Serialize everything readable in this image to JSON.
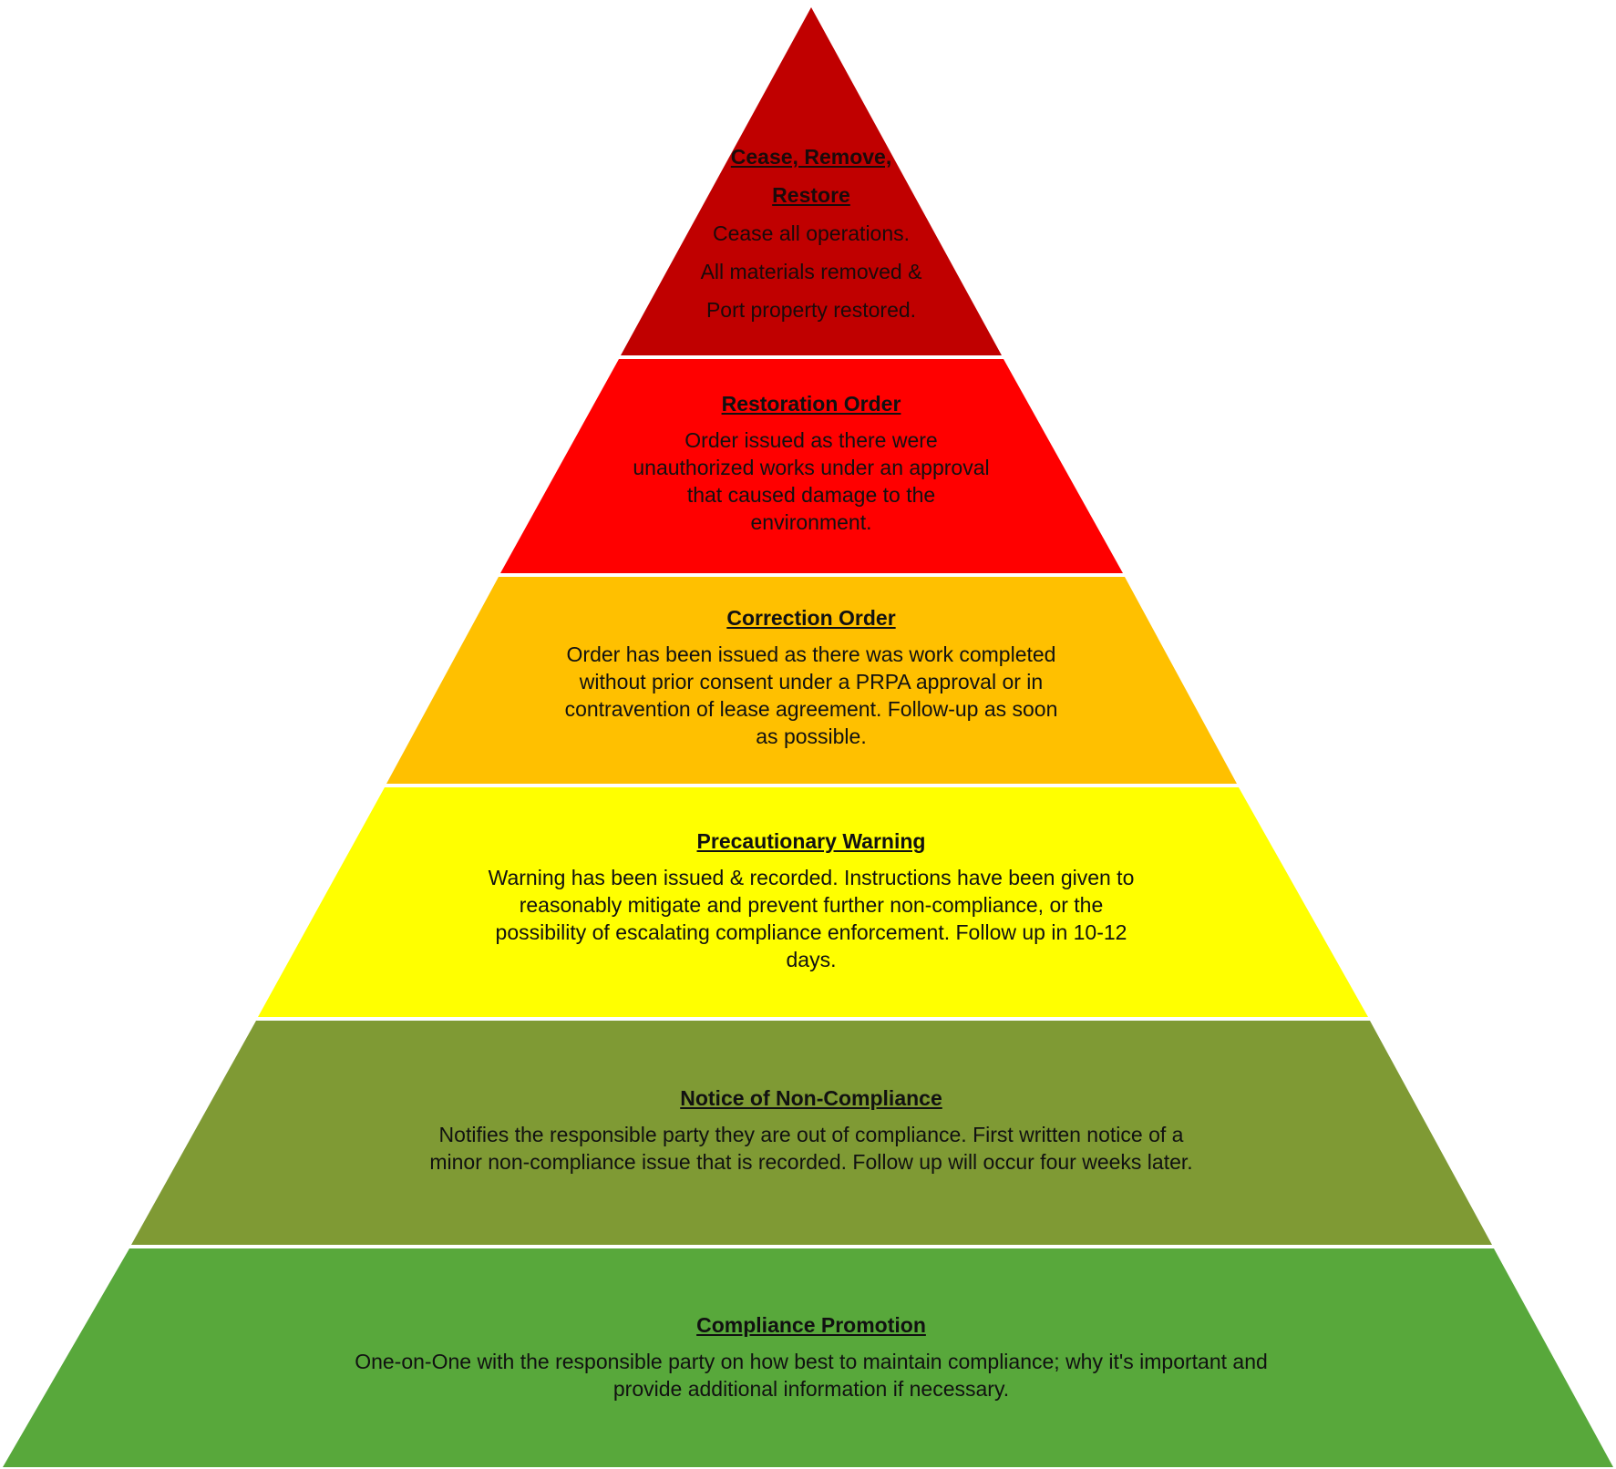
{
  "tiers": [
    {
      "title": "Cease, Remove,\nRestore",
      "description": "Cease all operations.\nAll materials removed &\nPort property restored.",
      "color": "#C00000"
    },
    {
      "title": "Restoration Order",
      "description": "Order issued as there were\nunauthorized works under an approval\nthat caused damage to the\nenvironment.",
      "color": "#FF0000"
    },
    {
      "title": "Correction Order",
      "description": "Order has been issued as there was work completed\nwithout prior consent under a PRPA approval or in\ncontravention of lease agreement. Follow-up as soon\nas possible.",
      "color": "#FFC000"
    },
    {
      "title": "Precautionary Warning",
      "description": "Warning has been issued & recorded. Instructions have been given to\nreasonably mitigate and prevent further non-compliance, or the\npossibility of escalating compliance enforcement. Follow up in 10-12\ndays.",
      "color": "#FFFF00"
    },
    {
      "title": "Notice of Non-Compliance",
      "description": "Notifies the responsible party they are out of compliance. First written notice of a\nminor non-compliance issue that is recorded. Follow up will occur four weeks later.",
      "color": "#7F9A34"
    },
    {
      "title": "Compliance Promotion",
      "description": "One-on-One with the responsible party on how best to maintain compliance; why it's important and\nprovide additional information if necessary.",
      "color": "#58A83B"
    }
  ]
}
